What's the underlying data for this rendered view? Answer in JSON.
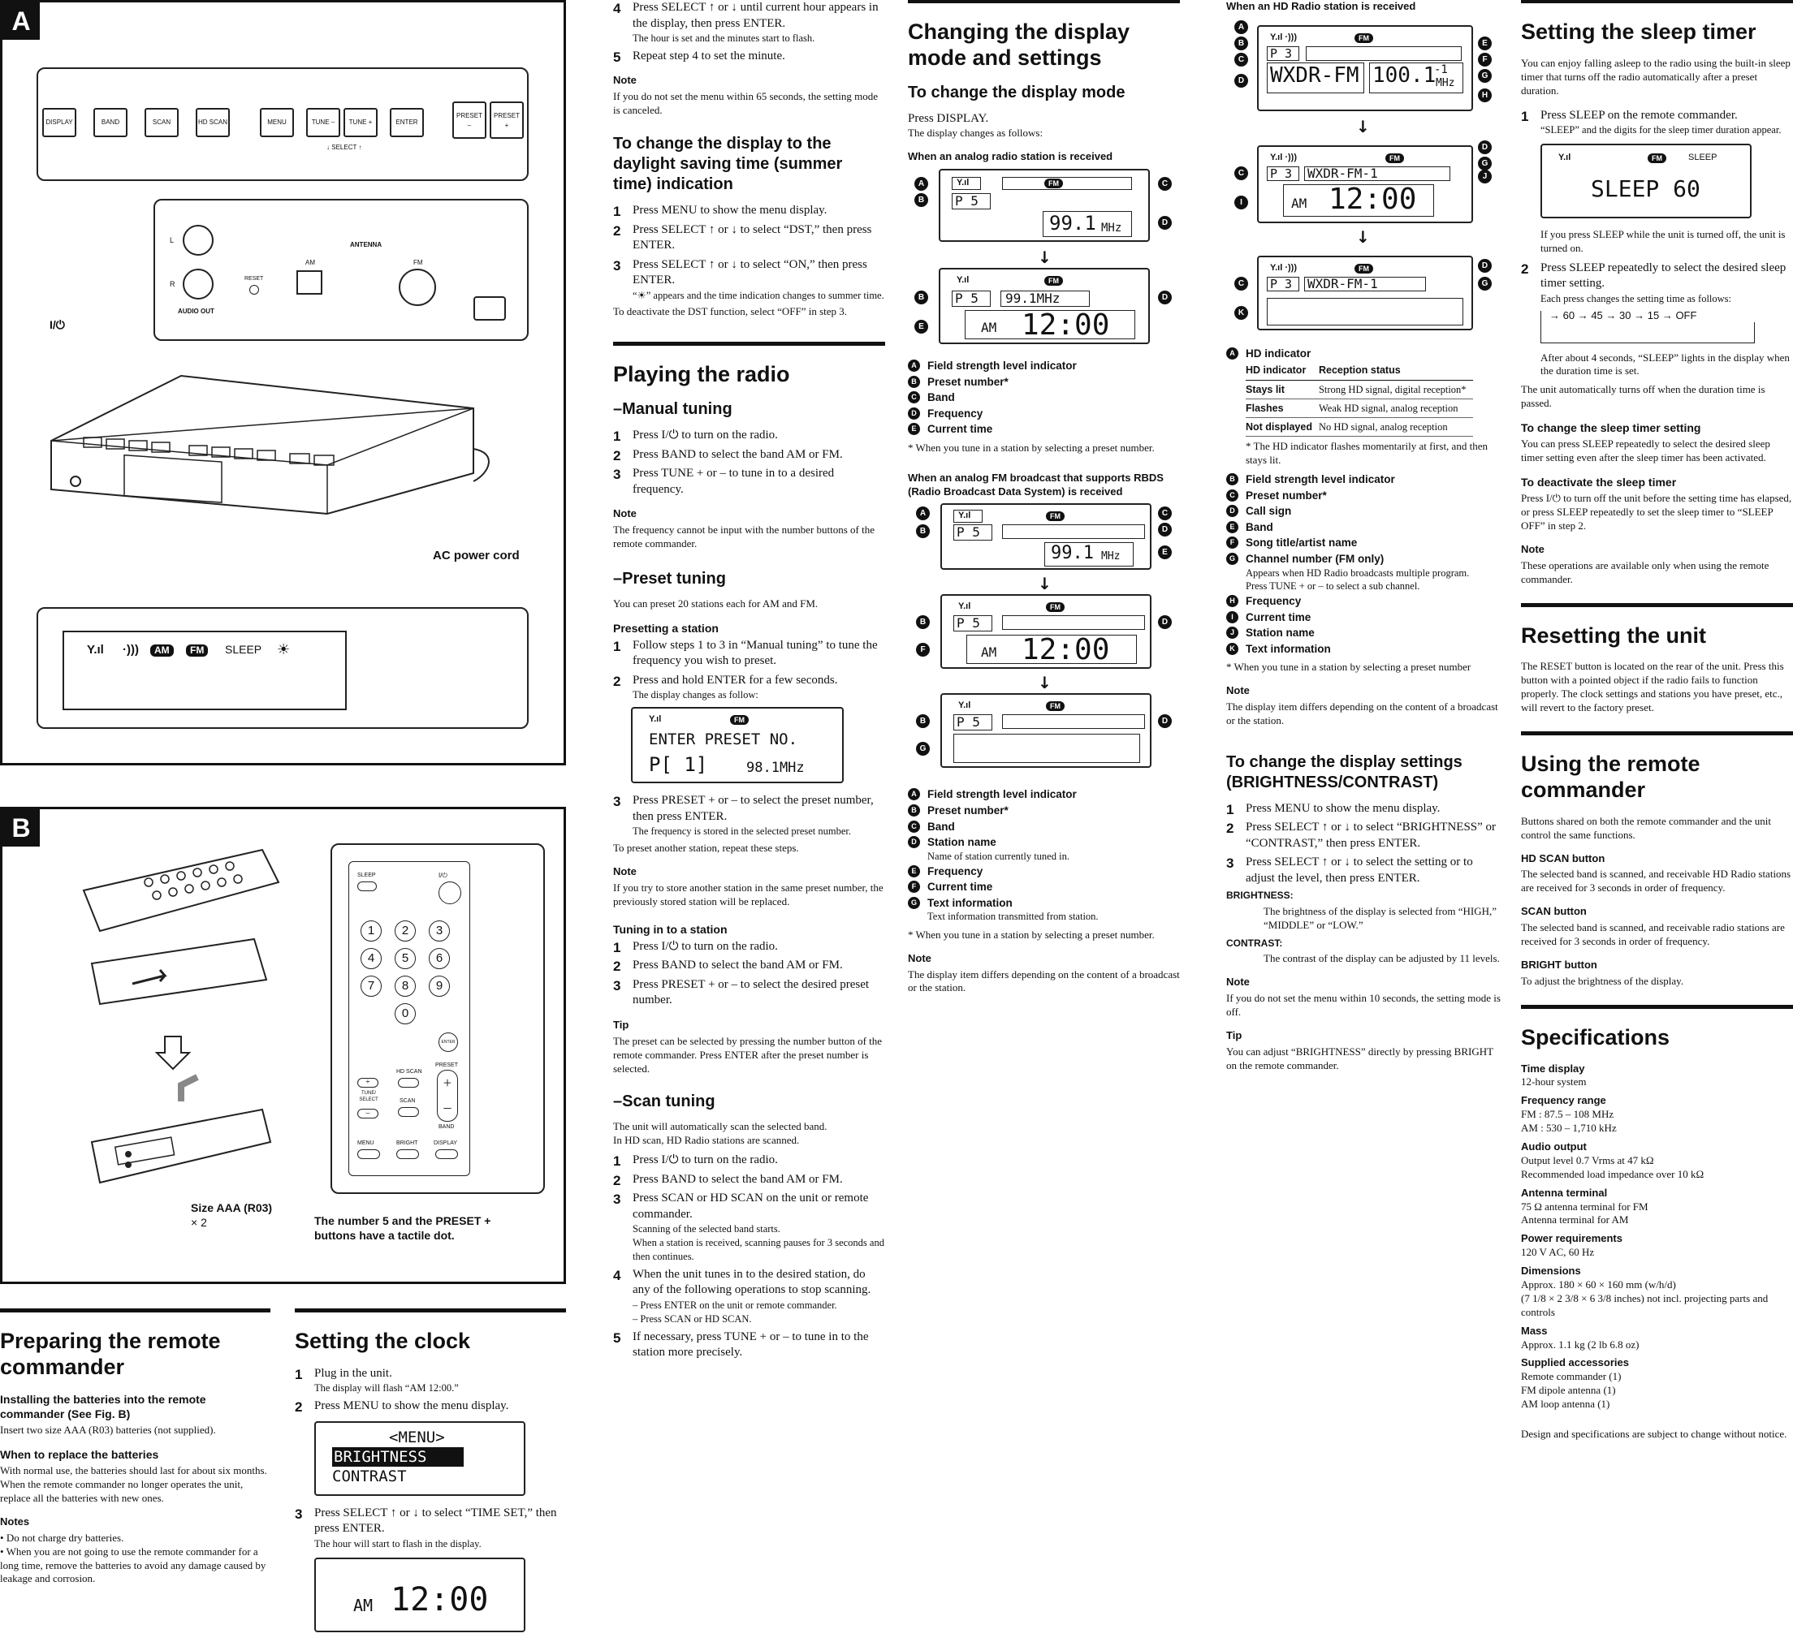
{
  "fig_a": {
    "tag": "A",
    "buttons": [
      "DISPLAY",
      "BAND",
      "SCAN",
      "HD SCAN",
      "MENU",
      "TUNE –",
      "TUNE +",
      "ENTER",
      "PRESET –",
      "PRESET +"
    ],
    "select_label": "SELECT",
    "audio_l": "L",
    "audio_r": "R",
    "reset": "RESET",
    "audio_out": "AUDIO OUT",
    "antenna": "ANTENNA",
    "am": "AM",
    "fm": "FM",
    "power_label": "I/⏻",
    "ac_cord": "AC power cord",
    "indicators": {
      "am": "AM",
      "fm": "FM",
      "sleep": "SLEEP"
    }
  },
  "fig_b": {
    "tag": "B",
    "remote_keys": [
      "1",
      "2",
      "3",
      "4",
      "5",
      "6",
      "7",
      "8",
      "9",
      "0"
    ],
    "sleep": "SLEEP",
    "power": "I/⏻",
    "enter": "ENTER",
    "hd_scan": "HD SCAN",
    "scan": "SCAN",
    "preset": "PRESET",
    "tune_select": "TUNE/ SELECT",
    "band": "BAND",
    "menu": "MENU",
    "bright": "BRIGHT",
    "display": "DISPLAY",
    "battery_caption": "Size AAA (R03)",
    "battery_count": "× 2",
    "tactile_caption": "The number 5 and the PRESET + buttons have a tactile dot."
  },
  "prep_remote": {
    "title": "Preparing the remote commander",
    "install_head": "Installing the batteries into the remote commander (See Fig. B)",
    "install_text": "Insert two size AAA (R03) batteries (not supplied).",
    "replace_head": "When to replace the batteries",
    "replace_text": "With normal use, the batteries should last for about six months. When the remote commander no longer operates the unit, replace all the batteries with new ones.",
    "notes_head": "Notes",
    "notes": [
      "Do not charge dry batteries.",
      "When you are not going to use the remote commander for a long time, remove the batteries to avoid any damage caused by leakage and corrosion."
    ]
  },
  "clock": {
    "title": "Setting the clock",
    "s1": "Plug in the unit.",
    "s1_sub": "The display will flash “AM 12:00.”",
    "s2": "Press MENU to show the menu display.",
    "menu_lcd": [
      "<MENU>",
      "BRIGHTNESS",
      "CONTRAST"
    ],
    "s3": "Press SELECT ↑ or ↓ to select “TIME SET,” then press ENTER.",
    "s3_sub": "The hour will start to flash in the display.",
    "lcd_am": "AM",
    "lcd_time": "12:00"
  },
  "col2": {
    "s4": "Press SELECT ↑ or ↓ until current hour appears in the display, then press ENTER.",
    "s4_sub": "The hour is set and the minutes start to flash.",
    "s5": "Repeat step 4 to set the minute.",
    "note_head": "Note",
    "note": "If you do not set the menu within 65 seconds, the setting mode is canceled.",
    "dst_title": "To change the display to the daylight saving time (summer time) indication",
    "dst1": "Press MENU to show the menu display.",
    "dst2": "Press SELECT ↑ or ↓ to select “DST,” then press ENTER.",
    "dst3": "Press SELECT ↑ or ↓ to select “ON,” then press ENTER.",
    "dst3_sub": "“☀” appears and the time indication changes to summer time.",
    "dst_off": "To deactivate the DST function, select “OFF” in step 3.",
    "radio_title": "Playing the radio",
    "manual_title": "–Manual tuning",
    "m1": "Press I/⏻ to turn on the radio.",
    "m2": "Press BAND to select the band AM or FM.",
    "m3": "Press TUNE + or – to tune in to a desired frequency.",
    "m_note_head": "Note",
    "m_note": "The frequency cannot be input with the number buttons of the remote commander.",
    "preset_title": "–Preset tuning",
    "preset_intro": "You can preset 20 stations each for AM and FM.",
    "presetting_head": "Presetting a station",
    "p1": "Follow steps 1 to 3 in “Manual tuning” to tune the frequency you wish to preset.",
    "p2": "Press and hold ENTER for a few seconds.",
    "p2_sub": "The display changes as follow:",
    "preset_lcd_l1": "ENTER PRESET NO.",
    "preset_lcd_l2": "P[ 1]",
    "preset_lcd_freq": "98.1MHz",
    "p3": "Press PRESET + or – to select the preset number, then press ENTER.",
    "p3_sub": "The frequency is stored in the selected preset number.",
    "p_repeat": "To preset another station, repeat these steps.",
    "p_note_head": "Note",
    "p_note": "If you try to store another station in the same preset number, the previously stored station will be replaced.",
    "tuning_head": "Tuning in to a station",
    "t1": "Press I/⏻ to turn on the radio.",
    "t2": "Press BAND to select the band AM or FM.",
    "t3": "Press PRESET + or – to select the desired preset number.",
    "tip_head": "Tip",
    "tip": "The preset can be selected by pressing the number button of the remote commander. Press ENTER after the preset number is selected.",
    "scan_title": "–Scan tuning",
    "scan_intro1": "The unit will automatically scan the selected band.",
    "scan_intro2": "In HD scan, HD Radio stations are scanned.",
    "sc1": "Press I/⏻ to turn on the radio.",
    "sc2": "Press BAND to select the band AM or FM.",
    "sc3": "Press SCAN or HD SCAN on the unit or remote commander.",
    "sc3_sub1": "Scanning of the selected band starts.",
    "sc3_sub2": "When a station is received, scanning pauses for 3 seconds and then continues.",
    "sc4": "When the unit tunes in to the desired station, do any of the following operations to stop scanning.",
    "sc4_a": "– Press ENTER on the unit or remote commander.",
    "sc4_b": "– Press SCAN or HD SCAN.",
    "sc5": "If necessary, press TUNE + or – to tune in to the station more precisely."
  },
  "col3": {
    "title": "Changing the display mode and settings",
    "mode_title": "To change the display mode",
    "press": "Press DISPLAY.",
    "changes": "The display changes as follows:",
    "analog_head": "When an analog radio station is received",
    "lcd_p5": "P 5",
    "lcd_freq": "99.1",
    "lcd_mhz": "MHz",
    "lcd_freq_small": "99.1MHz",
    "lcd_am": "AM",
    "lcd_time": "12:00",
    "legend1": [
      "Field strength level indicator",
      "Preset number*",
      "Band",
      "Frequency",
      "Current time"
    ],
    "legend1_letters": [
      "A",
      "B",
      "C",
      "D",
      "E"
    ],
    "foot1": "* When you tune in a station by selecting a preset number.",
    "rbds_head": "When an analog FM broadcast that supports RBDS (Radio Broadcast Data System) is received",
    "legend2": [
      "Field strength level indicator",
      "Preset number*",
      "Band",
      "Station name",
      "Frequency",
      "Current time",
      "Text information"
    ],
    "legend2_letters": [
      "A",
      "B",
      "C",
      "D",
      "E",
      "F",
      "G"
    ],
    "station_desc": "Name of station currently tuned in.",
    "text_desc": "Text information transmitted from station.",
    "foot2": "* When you tune in a station by selecting a preset number.",
    "note_head": "Note",
    "note": "The display item differs depending on the content of a broadcast or the station."
  },
  "col4": {
    "hd_head": "When an HD Radio station is received",
    "lcd_p3": "P 3",
    "lcd_call": "WXDR-FM",
    "lcd_freq": "100.1",
    "lcd_mhz": "MHz",
    "lcd_ch": "-1",
    "lcd_station": "WXDR-FM-1",
    "lcd_am": "AM",
    "lcd_time": "12:00",
    "hd_ind": "HD indicator",
    "th1": "HD indicator",
    "th2": "Reception status",
    "rows": [
      [
        "Stays lit",
        "Strong HD signal, digital reception*"
      ],
      [
        "Flashes",
        "Weak HD signal, analog reception"
      ],
      [
        "Not displayed",
        "No HD signal, analog reception"
      ]
    ],
    "hd_foot": "* The HD indicator flashes momentarily at first, and then stays lit.",
    "legend": [
      "Field strength level indicator",
      "Preset number*",
      "Call sign",
      "Band",
      "Song title/artist name",
      "Channel number (FM only)",
      "Frequency",
      "Current time",
      "Station name",
      "Text information"
    ],
    "legend_letters": [
      "B",
      "C",
      "D",
      "E",
      "F",
      "G",
      "H",
      "I",
      "J",
      "K"
    ],
    "ch_desc1": "Appears when HD Radio broadcasts multiple program.",
    "ch_desc2": "Press TUNE + or – to select a sub channel.",
    "foot": "* When you tune in a station by selecting a preset number",
    "note_head": "Note",
    "note": "The display item differs depending on the content of a broadcast or the station.",
    "settings_title": "To change the display settings (BRIGHTNESS/CONTRAST)",
    "b1": "Press MENU to show the menu display.",
    "b2": "Press SELECT ↑ or ↓ to select “BRIGHTNESS” or “CONTRAST,” then press ENTER.",
    "b3": "Press SELECT ↑ or ↓ to select the setting or to adjust the level, then press ENTER.",
    "brightness_head": "BRIGHTNESS:",
    "brightness": "The brightness of the display is selected from “HIGH,” “MIDDLE” or “LOW.”",
    "contrast_head": "CONTRAST:",
    "contrast": "The contrast of the display can be adjusted by 11 levels.",
    "note2_head": "Note",
    "note2": "If you do not set the menu within 10 seconds, the setting mode is off.",
    "tip_head": "Tip",
    "tip": "You can adjust “BRIGHTNESS” directly by pressing BRIGHT on the remote commander."
  },
  "col5": {
    "sleep_title": "Setting the sleep timer",
    "sleep_intro": "You can enjoy falling asleep to the radio using the built-in sleep timer that turns off the radio automatically after a preset duration.",
    "sl1": "Press SLEEP on the remote commander.",
    "sl1_sub": "“SLEEP” and the digits for the sleep timer duration appear.",
    "lcd_sleep_tag": "SLEEP",
    "lcd_sleep": "SLEEP 60",
    "sl_off": "If you press SLEEP while the unit is turned off, the unit is turned on.",
    "sl2": "Press SLEEP repeatedly to select the desired sleep timer setting.",
    "sl2_sub": "Each press changes the setting time as follows:",
    "cycle": [
      "60",
      "45",
      "30",
      "15",
      "OFF"
    ],
    "sl_after": "After about 4 seconds, “SLEEP” lights in the display when the duration time is set.",
    "sl_auto": "The unit automatically turns off when the duration time is passed.",
    "change_head": "To change the sleep timer setting",
    "change": "You can press SLEEP repeatedly to select the desired sleep timer setting even after the sleep timer has been activated.",
    "deact_head": "To deactivate the sleep timer",
    "deact": "Press I/⏻ to turn off the unit before the setting time has elapsed, or press SLEEP repeatedly to set the sleep timer to “SLEEP OFF” in step 2.",
    "note_head": "Note",
    "note": "These operations are available only when using the remote commander.",
    "reset_title": "Resetting the unit",
    "reset": "The RESET button is located on the rear of the unit. Press this button with a pointed object if the radio fails to function properly. The clock settings and stations you have preset, etc., will revert to the factory preset.",
    "remote_title": "Using the remote commander",
    "remote_intro": "Buttons shared on both the remote commander and the unit control the same functions.",
    "hdscan_head": "HD SCAN button",
    "hdscan": "The selected band is scanned, and receivable HD Radio stations are received for 3 seconds in order of frequency.",
    "scan_head": "SCAN button",
    "scan": "The selected band is scanned, and receivable radio stations are received for 3 seconds in order of frequency.",
    "bright_head": "BRIGHT button",
    "bright": "To adjust the brightness of the display.",
    "spec_title": "Specifications",
    "specs": [
      {
        "label": "Time display",
        "lines": [
          "12-hour system"
        ]
      },
      {
        "label": "Frequency range",
        "lines": [
          "FM : 87.5 – 108 MHz",
          "AM : 530 – 1,710 kHz"
        ]
      },
      {
        "label": "Audio output",
        "lines": [
          "Output level 0.7 Vrms at 47 kΩ",
          "Recommended load impedance over 10 kΩ"
        ]
      },
      {
        "label": "Antenna terminal",
        "lines": [
          "75 Ω antenna terminal for FM",
          "Antenna terminal for AM"
        ]
      },
      {
        "label": "Power requirements",
        "lines": [
          "120 V AC, 60 Hz"
        ]
      },
      {
        "label": "Dimensions",
        "lines": [
          "Approx. 180 × 60 × 160 mm (w/h/d)",
          "(7 1/8 × 2 3/8 × 6 3/8 inches) not incl. projecting parts and controls"
        ]
      },
      {
        "label": "Mass",
        "lines": [
          "Approx. 1.1 kg (2 lb 6.8 oz)"
        ]
      },
      {
        "label": "Supplied accessories",
        "lines": [
          "Remote commander (1)",
          "FM dipole antenna (1)",
          "AM loop antenna (1)"
        ]
      }
    ],
    "disclaimer": "Design and specifications are subject to change without notice."
  }
}
